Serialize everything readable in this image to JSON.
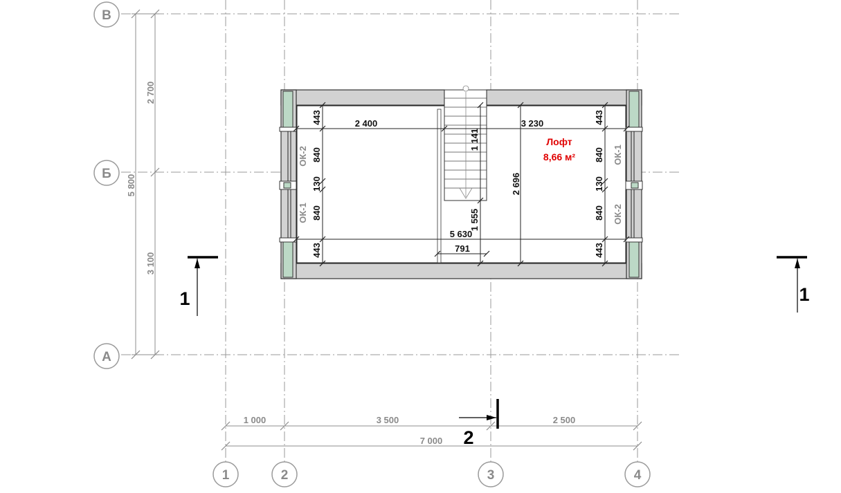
{
  "axes": {
    "rows": [
      {
        "id": "row-v",
        "label": "В"
      },
      {
        "id": "row-b",
        "label": "Б"
      },
      {
        "id": "row-a",
        "label": "А"
      }
    ],
    "columns": [
      {
        "id": "col-1",
        "label": "1"
      },
      {
        "id": "col-2",
        "label": "2"
      },
      {
        "id": "col-3",
        "label": "3"
      },
      {
        "id": "col-4",
        "label": "4"
      }
    ]
  },
  "external_dims": {
    "left_top": "2 700",
    "left_bottom": "3 100",
    "left_total": "5 800",
    "bottom_1_2": "1 000",
    "bottom_2_3": "3 500",
    "bottom_3_4": "2 500",
    "bottom_total": "7 000"
  },
  "internal_dims": {
    "top_left": "2 400",
    "top_right": "3 230",
    "bottom_width": "5 630",
    "stair_width": "791",
    "stair_upper": "1 141",
    "stair_lower": "1 555",
    "room_height": "2 696",
    "left_443_top": "443",
    "left_840_top": "840",
    "left_130": "130",
    "left_840_bottom": "840",
    "left_443_bottom": "443",
    "right_443_top": "443",
    "right_840_top": "840",
    "right_130": "130",
    "right_840_bottom": "840",
    "right_443_bottom": "443"
  },
  "windows": {
    "left_upper": "ОК-2",
    "left_lower": "ОК-1",
    "right_upper": "ОК-1",
    "right_lower": "ОК-2"
  },
  "room": {
    "name": "Лофт",
    "area": "8,66 м²"
  },
  "sections": {
    "left": "1",
    "right": "1",
    "bottom": "2"
  }
}
